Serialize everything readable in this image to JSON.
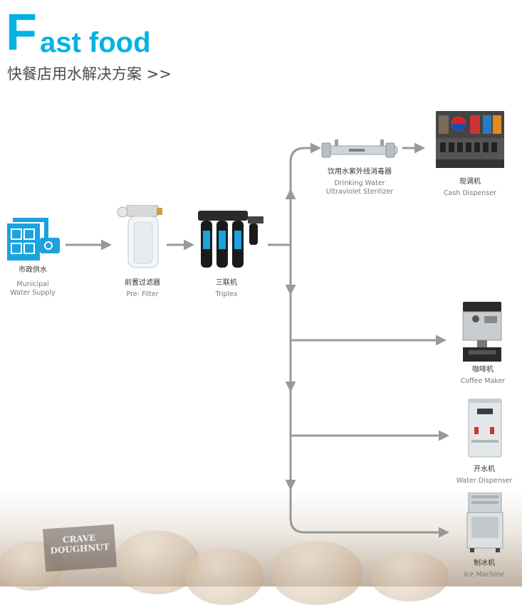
{
  "header": {
    "title_initial": "F",
    "title_rest": "ast food",
    "subtitle": "快餐店用水解决方案 >>"
  },
  "colors": {
    "accent": "#00b3e3",
    "line": "#999999",
    "text": "#333333"
  },
  "nodes": {
    "municipal": {
      "cn": "市政供水",
      "en1": "Municipal",
      "en2": "Water Supply",
      "icon": "building-pump-icon"
    },
    "prefilter": {
      "cn": "前置过滤器",
      "en1": "Pre- Filter",
      "icon": "pre-filter-icon"
    },
    "triplex": {
      "cn": "三联机",
      "en1": "Triplex",
      "icon": "triplex-filter-icon"
    },
    "uv": {
      "cn": "饮用水紫外线消毒器",
      "en1": "Drinking Water",
      "en2": "Ultraviolet Sterilizer",
      "icon": "uv-sterilizer-icon"
    },
    "cash": {
      "cn": "现调机",
      "en1": "Cash Dispenser",
      "icon": "soda-dispenser-icon"
    },
    "coffee": {
      "cn": "咖啡机",
      "en1": "Coffee Maker",
      "icon": "coffee-machine-icon"
    },
    "water": {
      "cn": "开水机",
      "en1": "Water Dispenser",
      "icon": "water-boiler-icon"
    },
    "ice": {
      "cn": "制冰机",
      "en1": "Ice Machine",
      "icon": "ice-machine-icon"
    }
  },
  "background_sign": {
    "line1": "CRAVE",
    "line2": "DOUGHNUT"
  }
}
